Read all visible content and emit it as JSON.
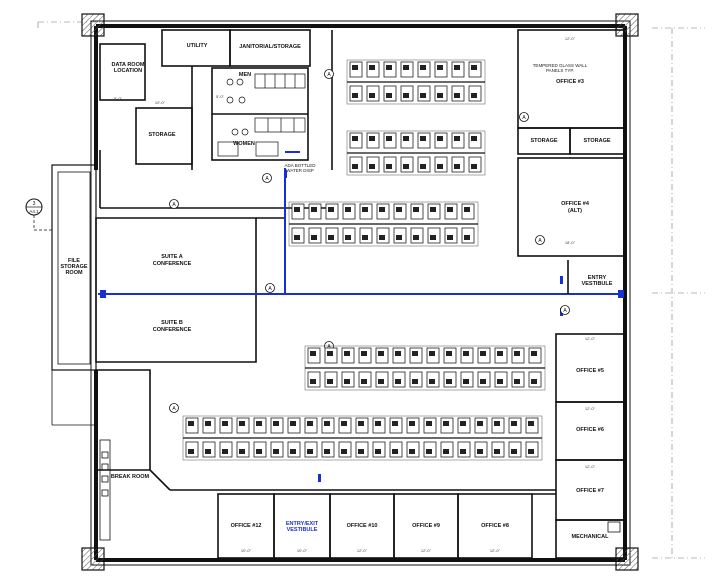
{
  "rooms": {
    "utility": "UTILITY",
    "janitorial": "JANITORIAL/STORAGE",
    "data_room": [
      "DATA ROOM",
      "LOCATION"
    ],
    "men": "MEN",
    "women": "WOMEN",
    "storage_left": "STORAGE",
    "ada_note": [
      "ADA BOTTLED",
      "WATER DISP"
    ],
    "file_storage": [
      "FILE",
      "STORAGE",
      "ROOM"
    ],
    "suite_a": [
      "SUITE A",
      "CONFERENCE"
    ],
    "suite_b": [
      "SUITE B",
      "CONFERENCE"
    ],
    "glass_note": [
      "TEMPERED GLASS WALL",
      "PANELS TYP."
    ],
    "office_3": "OFFICE #3",
    "storage_r1": "STORAGE",
    "storage_r2": "STORAGE",
    "office_4": [
      "OFFICE #4",
      "(ALT)"
    ],
    "entry_vestibule": [
      "ENTRY",
      "VESTIBULE"
    ],
    "office_5": "OFFICE #5",
    "office_6": "OFFICE #6",
    "office_7": "OFFICE #7",
    "mechanical": "MECHANICAL",
    "break_room": "BREAK ROOM",
    "office_12": "OFFICE #12",
    "entry_exit": [
      "ENTRY/EXIT",
      "VESTIBULE"
    ],
    "office_10": "OFFICE #10",
    "office_9": "OFFICE #9",
    "office_8": "OFFICE #8"
  },
  "tags": {
    "door_tag": "A",
    "section_tag": "3",
    "section_sheet": "A4.1"
  },
  "dims": {
    "d1": "10'-0\"",
    "d2": "12'-0\"",
    "d3": "8'-0\"",
    "d4": "5'-0\"",
    "d5": "18'-0\""
  },
  "colors": {
    "wall": "#111111",
    "blue_line": "#1a2fd0",
    "desk": "#222222"
  }
}
